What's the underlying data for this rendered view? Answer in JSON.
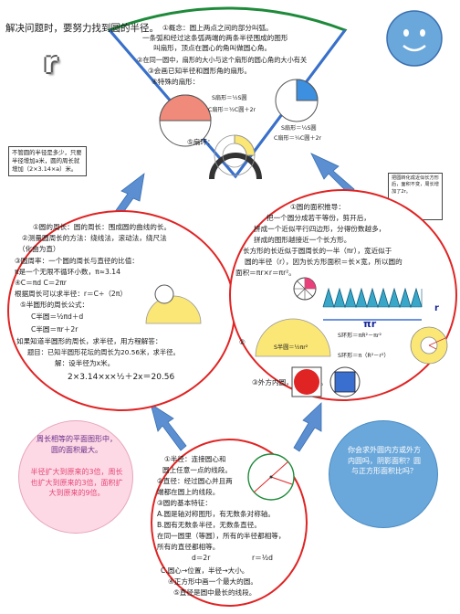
{
  "header": {
    "title": "解决问题时，要努力找到圆的半径。",
    "r_symbol": "r"
  },
  "fan": {
    "line1": "①概念：圆上两点之间的部分叫弧。",
    "line2": "一条弧和经过这条弧两端的两条半径围成的图形",
    "line3": "叫扇形，顶点在圆心的角叫做圆心角。",
    "line4": "②在同一圆中，扇形的大小与这个扇形的圆心角的大小有关",
    "line5": "③会画已知半径和圆形角的扇形。",
    "line6": "④特殊的扇形：",
    "f1": "S扇形＝½S圆",
    "f2": "C扇形＝½C圆＋2r",
    "f3": "S扇形＝¼S圆",
    "f4": "C扇形＝¼C圆＋2r",
    "ring_label": "⑤扇环："
  },
  "note_left": {
    "text": "不管圆的半径是多少，只要半径增加a米，圆的周长就增加（2×3.14×a）米。"
  },
  "note_right": {
    "text": "把圆转化成近似长方形后，面积不变，周长增加了2r。"
  },
  "left_circle": {
    "l1": "①圆的周长：圆的周长：围成圆的曲线的长。",
    "l2": "②测量圆周长的方法：绕线法，滚动法，绕尺法",
    "l3": "（化曲为直）",
    "l4": "③圆周率：一个圆的周长与直径的比值：",
    "l5": "π是一个无限不循环小数，π≈3.14",
    "l6": "④C＝πd         C＝2πr",
    "l7": "根据周长可以求半径：r＝C÷（2π）",
    "l8": "⑤半圆形的周长公式：",
    "l9": "C半圆＝½πd＋d",
    "l10": "C半圆＝πr＋2r",
    "l11": "如果知道半圆形的周长，求半径，用方程解答：",
    "l12": "题目：已知半圆形花坛的周长为20.56米，求半径。",
    "l13": "解：设半径为x米。",
    "l14": "2×3.14×x×½＋2x＝20.56"
  },
  "right_circle": {
    "r1": "①圆的面积推导：",
    "r2": "把一个圆分成若干等份，剪开后，",
    "r3": "拼成一个近似平行四边形，分得份数越多，",
    "r4": "拼成的图形越接近一个长方形。",
    "r5": "长方形的长近似于圆周长的一半（πr），宽近似于",
    "r6": "圆的半径（r），因为长方形面积＝长×宽，所以圆的",
    "r7": "面积＝πr×r＝πr²。",
    "pi_r": "πr",
    "r_side": "r",
    "item2": "②",
    "semi_area": "S半圆＝½πr²",
    "ring_a": "S环形＝πR²－πr²",
    "ring_b": "S环形＝π（R²－r²）",
    "item3": "③外方内圆，外圆内方。"
  },
  "bottom_circle": {
    "b1": "①半径：连接圆心和",
    "b2": "圆上任意一点的线段。",
    "b3": "②直径：经过圆心并且两",
    "b4": "端都在圆上的线段。",
    "b5": "③圆的基本特征：",
    "b6": "A.圆是轴对称图形，有无数条对称轴。",
    "b7": "B.圆有无数条半径，无数条直径。",
    "b8": "在同一圆里（等圆），所有的半径都相等，",
    "b9": "所有的直径都相等。",
    "b10a": "d＝2r",
    "b10b": "r＝½d",
    "b11": "C.圆心→位置，半径→大小。",
    "b12": "④正方形中画一个最大的圆。",
    "b13": "⑤直径是圆中最长的线段。"
  },
  "pink_oval": {
    "t1": "周长相等的平面图形中，圆的面积最大。",
    "t2": "半径扩大到原来的3倍，周长也扩大到原来的3倍，面积扩大到原来的9倍。"
  },
  "blue_oval": {
    "text": "你会求外圆内方或外方内圆吗，阴影面积？圆与正方形面积比吗？"
  },
  "colors": {
    "red": "#e02424",
    "green": "#1e8a3a",
    "blue": "#3a6fd0",
    "arrow": "#5b8fd1",
    "yellow": "#fbe776",
    "salmon": "#f08a7a",
    "pink": "#fcd9e4",
    "lightblue": "#6aa7da"
  }
}
